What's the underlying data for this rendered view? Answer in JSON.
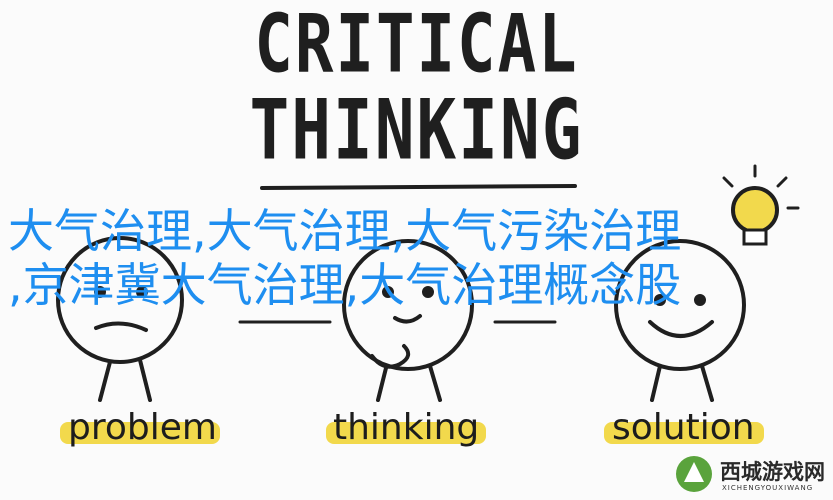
{
  "image": {
    "heading_line_1": "CRITICAL",
    "heading_line_2": "THINKING",
    "labels": [
      "problem",
      "thinking",
      "solution"
    ],
    "highlight_color": "#f2d94c",
    "ink_color": "#1f1f1f"
  },
  "overlay": {
    "line_1": "大气治理,大气治理,大气污染治理",
    "line_2": ",京津冀大气治理,大气治理概念股",
    "color": "#1e8ef0"
  },
  "watermark": {
    "title": "西城游戏网",
    "subtitle": "XICHENGYOUXIWANG",
    "logo_color": "#5aa33c"
  }
}
